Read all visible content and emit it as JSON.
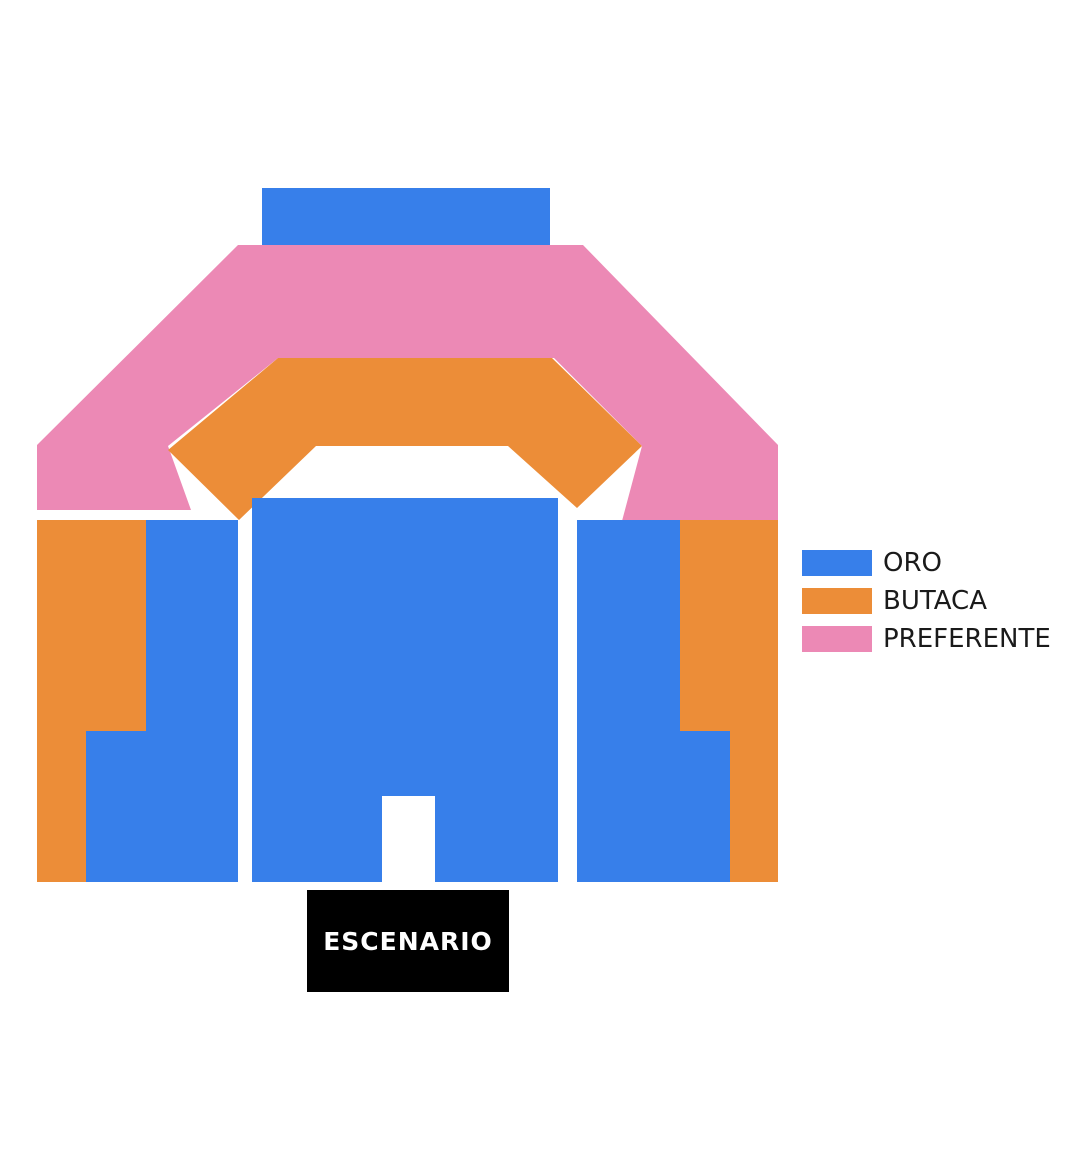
{
  "colors": {
    "oro": "#377fea",
    "butaca": "#ec8d38",
    "preferente": "#ec89b5",
    "stage": "#000000",
    "stage_text": "#ffffff"
  },
  "stage": {
    "label": "ESCENARIO"
  },
  "legend": [
    {
      "label": "ORO",
      "color": "#377fea"
    },
    {
      "label": "BUTACA",
      "color": "#ec8d38"
    },
    {
      "label": "PREFERENTE",
      "color": "#ec89b5"
    }
  ]
}
